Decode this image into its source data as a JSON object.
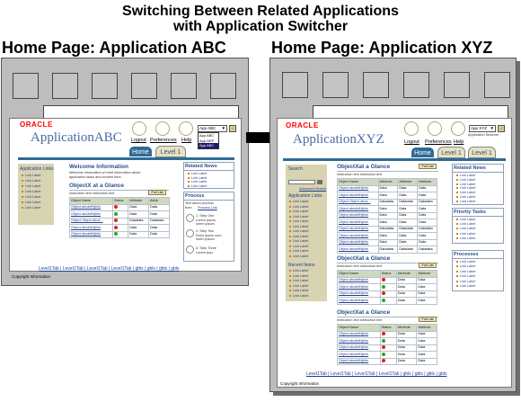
{
  "title": {
    "line1": "Switching Between Related Applications",
    "line2": "with Application Switcher"
  },
  "left": {
    "heading": "Home Page: Application ABC",
    "brand": "ORACLE",
    "app_name": "ApplicationABC",
    "global_links": [
      "Logout",
      "Preferences",
      "Help"
    ],
    "switcher_value": "App ABC",
    "dropdown_options": [
      "App ABC",
      "App DEF",
      "App ABC"
    ],
    "tabs": [
      "Home",
      "Level 1"
    ],
    "left_column": {
      "heading": "Application Links",
      "items": [
        "Link Label",
        "Link Label",
        "Link Label",
        "Link Label",
        "Link Label",
        "Link Label",
        "Link Label"
      ]
    },
    "welcome": {
      "title": "Welcome Information",
      "text": [
        "Welcome information w/ brief information about",
        "application tasks and content here."
      ]
    },
    "glance": {
      "title": "ObjectX at a Glance",
      "instruction": "Instruction text instruction text",
      "button": "Full List",
      "columns": [
        "Object Name",
        "Status",
        "Attribute",
        "Attrib"
      ],
      "rows": [
        {
          "name": "Object abcdefhijklm",
          "status": "red",
          "attr": "Data",
          "attrib": "Data"
        },
        {
          "name": "Object abcdefhijklm",
          "status": "green",
          "attr": "Data",
          "attrib": "Data"
        },
        {
          "name": "Object Object abcd...",
          "status": "red",
          "attr": "Datadata",
          "attrib": "Datadata"
        },
        {
          "name": "Object abcdefhijklm",
          "status": "red",
          "attr": "Data",
          "attrib": "Data"
        },
        {
          "name": "Object abcdefhijklm",
          "status": "green",
          "attr": "Data",
          "attrib": "Data"
        }
      ]
    },
    "related_news": {
      "title": "Related News",
      "items": [
        "Link Label",
        "Link Label",
        "Link Label",
        "Link Label"
      ]
    },
    "process": {
      "title": "Process",
      "intro": [
        "Text about process",
        "from"
      ],
      "link": "Process Link",
      "steps": [
        [
          "1. Step One",
          "Lorem ipsum",
          "lorem ipsum"
        ],
        [
          "2. Step Two",
          "Dolor ipsum sum",
          "lorem ipsum"
        ],
        [
          "3. Step Three",
          "Lorem ipsu"
        ]
      ]
    },
    "footer": "Level1Tab | Level1Tab | Level1Tab | Level1Tab | gbls | gbls | gbls | gbls",
    "copyright": "Copyright Information"
  },
  "right": {
    "heading": "Home Page: Application XYZ",
    "brand": "ORACLE",
    "app_name": "ApplicationXYZ",
    "global_links": [
      "Logout",
      "Preferences",
      "Help"
    ],
    "switcher_value": "App XYZ",
    "switcher_label": "Application Switcher",
    "tabs": [
      "Home",
      "Level 1",
      "Level 1"
    ],
    "left_column": {
      "search_heading": "Search",
      "search_go": "Go",
      "advanced": "Advanced Search",
      "links_heading": "Application Links",
      "links": [
        "Link Label",
        "Link Label",
        "Link Label",
        "Link Label",
        "Link Label",
        "Link Label",
        "Link Label",
        "Link Label",
        "Link Label",
        "Link Label",
        "Link Label",
        "Link Label"
      ],
      "recent_heading": "Recent Items",
      "recent": [
        "Link Label",
        "Link Label",
        "Link Label",
        "Link Label",
        "Link Label",
        "Link Label"
      ]
    },
    "glances": [
      {
        "title": "ObjectXat a Glance",
        "instruction": "Instruction text instruction text",
        "button": "Full List",
        "columns": [
          "Object Name",
          "Attribute",
          "Attribute",
          "Attribute"
        ],
        "rows": [
          [
            "Object abcdefhijklm",
            "Data",
            "Data",
            "Data"
          ],
          [
            "Object abcdefhijklm",
            "Data",
            "Data",
            "Data"
          ],
          [
            "Object Object abcd...",
            "Datadata",
            "Datadata",
            "Datadata"
          ],
          [
            "Object abcdefhijklm",
            "Data",
            "Data",
            "Data"
          ],
          [
            "Object abcdefhijklm",
            "Data",
            "Data",
            "Data"
          ],
          [
            "Object abcdefhijklm",
            "Data",
            "Data",
            "Data"
          ],
          [
            "Object abcdefhijklm",
            "Datadata",
            "Datadata",
            "Datadata"
          ],
          [
            "Object abcdefhijklm",
            "Data",
            "Data",
            "Data"
          ],
          [
            "Object abcdefhijklm",
            "Data",
            "Data",
            "Data"
          ],
          [
            "Object abcdefhijklm",
            "Datadata",
            "Datadata",
            "Datadata"
          ]
        ]
      },
      {
        "title": "ObjectXat a Glance",
        "instruction": "Instruction text instruction text",
        "button": "Full List",
        "columns": [
          "Object Name",
          "Status",
          "Attribute",
          "Attribute"
        ],
        "rows": [
          [
            "Object abcdefhijklm",
            "red",
            "Data",
            "Data"
          ],
          [
            "Object abcdefhijklm",
            "green",
            "Data",
            "Data"
          ],
          [
            "Object abcdefhijklm",
            "red",
            "Data",
            "Data"
          ],
          [
            "Object abcdefhijklm",
            "green",
            "Data",
            "Data"
          ]
        ]
      },
      {
        "title": "ObjectXat a Glance",
        "instruction": "Instruction text instruction text",
        "button": "Full List",
        "columns": [
          "Object Name",
          "Status",
          "Attribute",
          "Attribute"
        ],
        "rows": [
          [
            "Object abcdefhijklm",
            "red",
            "Data",
            "Data"
          ],
          [
            "Object abcdefhijklm",
            "green",
            "Data",
            "Data"
          ],
          [
            "Object abcdefhijklm",
            "red",
            "Data",
            "Data"
          ],
          [
            "Object abcdefhijklm",
            "green",
            "Data",
            "Data"
          ],
          [
            "Object abcdefhijklm",
            "red",
            "Data",
            "Data"
          ]
        ]
      }
    ],
    "related_news": {
      "title": "Related News",
      "items": [
        "Link Label",
        "Link Label",
        "Link Label",
        "Link Label",
        "Link Label",
        "Link Label",
        "Link Label"
      ]
    },
    "priority_tasks": {
      "title": "Priority Tasks",
      "items": [
        "Link Label",
        "Link Label",
        "Link Label",
        "Link Label",
        "Link Label"
      ]
    },
    "processes": {
      "title": "Processes",
      "items": [
        "Link Label",
        "Link Label",
        "Link Label",
        "Link Label",
        "Link Label",
        "Link Label"
      ]
    },
    "footer": "Level1Tab | Level1Tab | Level1Tab | Level1Tab | gbls | gbls | gbls | gbls",
    "copyright": "Copyright Information"
  },
  "colors": {
    "brand_red": "#ff0000",
    "tab_blue": "#2f6b94",
    "left_column_bg": "#d8d3b0",
    "status_red": "#e02020",
    "status_green": "#22aa22"
  }
}
